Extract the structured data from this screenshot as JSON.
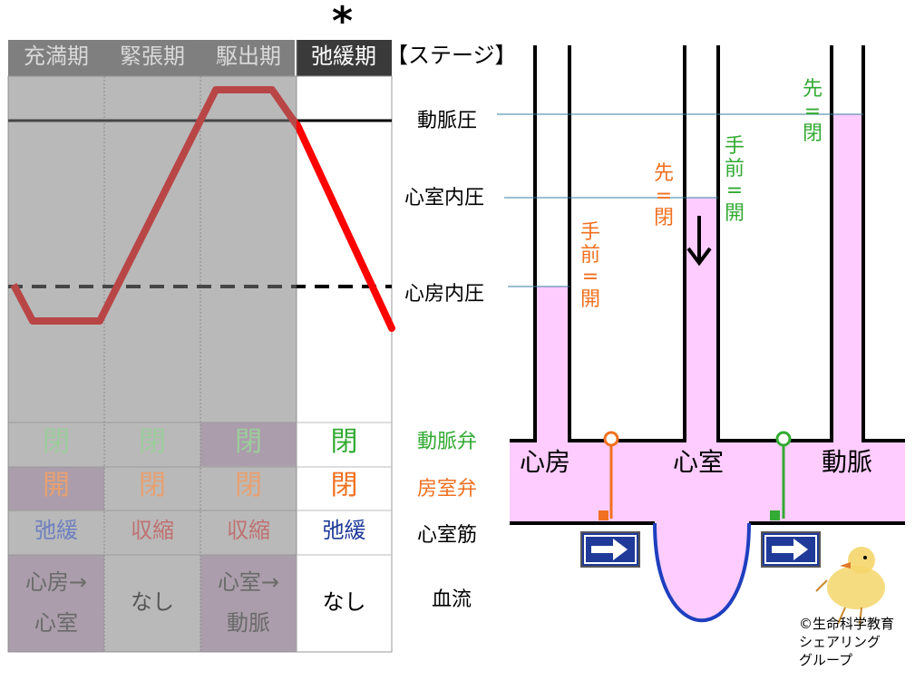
{
  "marker": "*",
  "phases": [
    "充満期",
    "緊張期",
    "駆出期",
    "弛緩期"
  ],
  "stage_label": "【ステージ】",
  "pressure_labels": {
    "aortic": "動脈圧",
    "ventricular": "心室内圧",
    "atrial": "心房内圧"
  },
  "row_labels": {
    "aortic_valve": "動脈弁",
    "av_valve": "房室弁",
    "muscle": "心室筋",
    "blood_flow": "血流"
  },
  "table": {
    "aortic_valve": [
      "閉",
      "閉",
      "閉",
      "閉"
    ],
    "av_valve": [
      "開",
      "閉",
      "閉",
      "閉"
    ],
    "muscle": [
      "弛緩",
      "収縮",
      "収縮",
      "弛緩"
    ],
    "flow_line1": [
      "心房→",
      "なし",
      "心室→",
      "なし"
    ],
    "flow_line2": [
      "心室",
      "",
      "動脈",
      ""
    ]
  },
  "chambers": {
    "atrium": "心房",
    "ventricle": "心室",
    "artery": "動脈"
  },
  "annotations": {
    "atrial_side_open": [
      "手",
      "前",
      "=",
      "開"
    ],
    "ventricle_before_closed": [
      "先",
      "=",
      "閉"
    ],
    "ventricle_after_open": [
      "手",
      "前",
      "=",
      "開"
    ],
    "artery_before_closed": [
      "先",
      "=",
      "閉"
    ]
  },
  "credit": [
    "©生命科学教育",
    "シェアリング",
    "グループ"
  ],
  "colors": {
    "header_bg": "#7f7f7f",
    "header_active_bg": "#3a3a3a",
    "shade": "#8c8c8c",
    "pink": "#ffccff",
    "red_line": "#ff0000",
    "green": "#33aa33",
    "orange": "#f07020",
    "blue": "#1f3a99",
    "muscle_red": "#c0504d"
  }
}
